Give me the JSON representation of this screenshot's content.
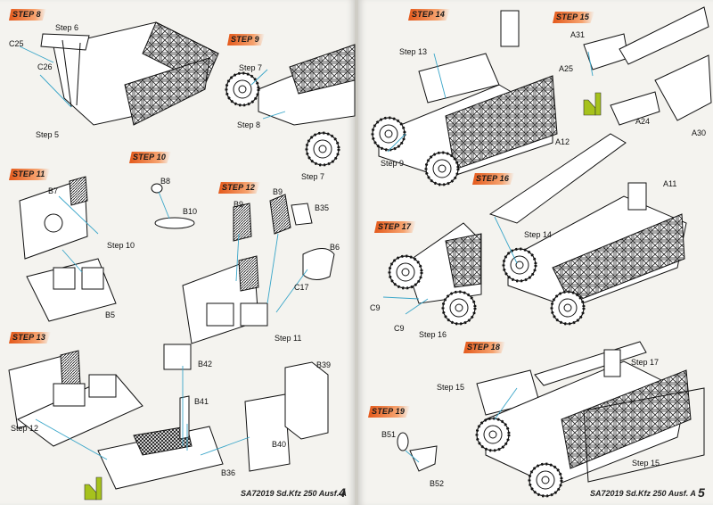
{
  "steps": {
    "s8": "STEP 8",
    "s9": "STEP 9",
    "s10": "STEP 10",
    "s11": "STEP 11",
    "s12": "STEP 12",
    "s13": "STEP 13",
    "s14": "STEP 14",
    "s15": "STEP 15",
    "s16": "STEP 16",
    "s17": "STEP 17",
    "s18": "STEP 18",
    "s19": "STEP 19"
  },
  "labels": {
    "step6": "Step 6",
    "c25": "C25",
    "c26": "C26",
    "step5": "Step 5",
    "step7a": "Step 7",
    "step8": "Step 8",
    "step7b": "Step 7",
    "b8": "B8",
    "b10": "B10",
    "b7": "B7",
    "step10": "Step 10",
    "b5": "B5",
    "b9a": "B9",
    "b9b": "B9",
    "b35": "B35",
    "b6": "B6",
    "c17": "C17",
    "step11": "Step 11",
    "b42": "B42",
    "b41": "B41",
    "b39": "B39",
    "b40": "B40",
    "b36": "B36",
    "step12": "Step 12",
    "step13": "Step 13",
    "step9": "Step 9",
    "a31": "A31",
    "a25": "A25",
    "a24": "A24",
    "a30": "A30",
    "a12": "A12",
    "a11": "A11",
    "step14": "Step 14",
    "c9a": "C9",
    "c9b": "C9",
    "step16": "Step 16",
    "step17": "Step 17",
    "step15a": "Step 15",
    "step15b": "Step 15",
    "b51": "B51",
    "b52": "B52"
  },
  "footer": {
    "left": "SA72019 Sd.Kfz 250 Ausf. A",
    "left_page": "4",
    "right": "SA72019 Sd.Kfz 250 Ausf. A",
    "right_page": "5"
  },
  "colors": {
    "accent": "#e4591b",
    "leader": "#3aa6c9",
    "glue": "#a6c21c"
  }
}
